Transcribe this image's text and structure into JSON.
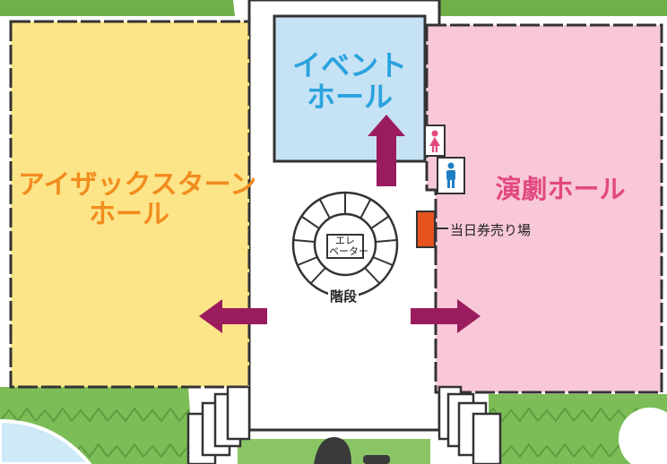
{
  "rooms": {
    "isaac_stern": {
      "line1": "アイザックスターン",
      "line2": "ホール",
      "fill": "#fce588",
      "text_color": "#f28c1e"
    },
    "event": {
      "line1": "イベント",
      "line2": "ホール",
      "fill": "#c6e2f5",
      "text_color": "#2aa3dd"
    },
    "theater": {
      "line1": "演劇ホール",
      "fill": "#f8c8d8",
      "text_color": "#e2487f"
    }
  },
  "labels": {
    "elevator_line1": "エレ",
    "elevator_line2": "ベーター",
    "stairs": "階段",
    "ticket_booth": "当日券売り場"
  },
  "colors": {
    "arrow": "#9b1c5e",
    "ticket_booth": "#e8521c",
    "ground_green": "#6fb04a",
    "outline": "#333333",
    "female_restroom": "#e2487f",
    "male_restroom": "#1f7fc4"
  },
  "icons": [
    "female-restroom-icon",
    "male-restroom-icon",
    "spiral-staircase-icon",
    "arrow-icon"
  ]
}
